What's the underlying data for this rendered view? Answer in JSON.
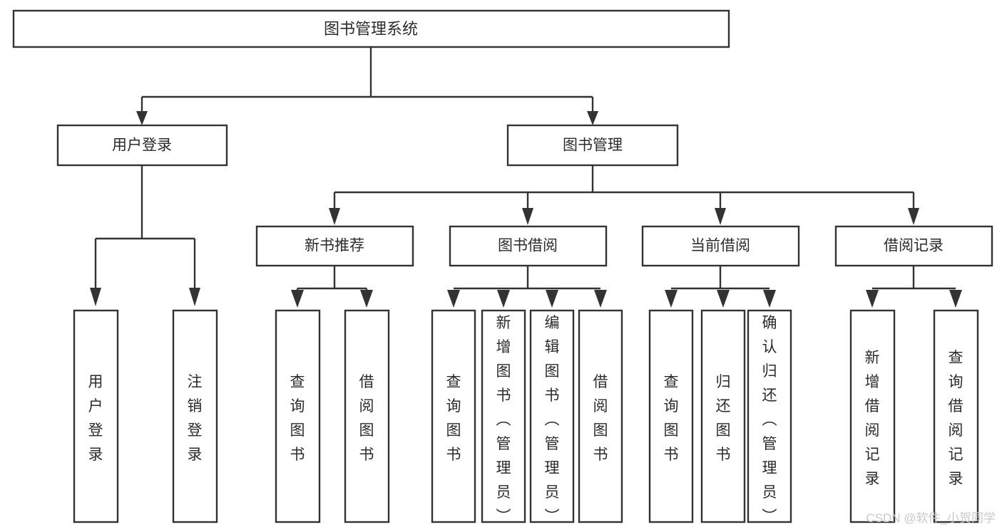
{
  "diagram": {
    "title": "图书管理系统",
    "type": "hierarchy-tree",
    "root": {
      "label": "图书管理系统"
    },
    "level2": [
      {
        "label": "用户登录"
      },
      {
        "label": "图书管理"
      }
    ],
    "level3": [
      {
        "label": "新书推荐"
      },
      {
        "label": "图书借阅"
      },
      {
        "label": "当前借阅"
      },
      {
        "label": "借阅记录"
      }
    ],
    "leaves": {
      "user_login": [
        {
          "label": "用户登录"
        },
        {
          "label": "注销登录"
        }
      ],
      "new_book_recommend": [
        {
          "label": "查询图书"
        },
        {
          "label": "借阅图书"
        }
      ],
      "book_borrow": [
        {
          "label": "查询图书"
        },
        {
          "label": "新增图书（管理员）"
        },
        {
          "label": "编辑图书（管理员）"
        },
        {
          "label": "借阅图书"
        }
      ],
      "current_borrow": [
        {
          "label": "查询图书"
        },
        {
          "label": "归还图书"
        },
        {
          "label": "确认归还（管理员）"
        }
      ],
      "borrow_record": [
        {
          "label": "新增借阅记录"
        },
        {
          "label": "查询借阅记录"
        }
      ]
    },
    "watermark": "CSDN @软件_小贺同学",
    "colors": {
      "box_stroke": "#333333",
      "box_fill": "#ffffff",
      "text": "#2b2b2b",
      "connector": "#333333",
      "watermark": "#c9c9c9",
      "background": "#ffffff"
    }
  }
}
